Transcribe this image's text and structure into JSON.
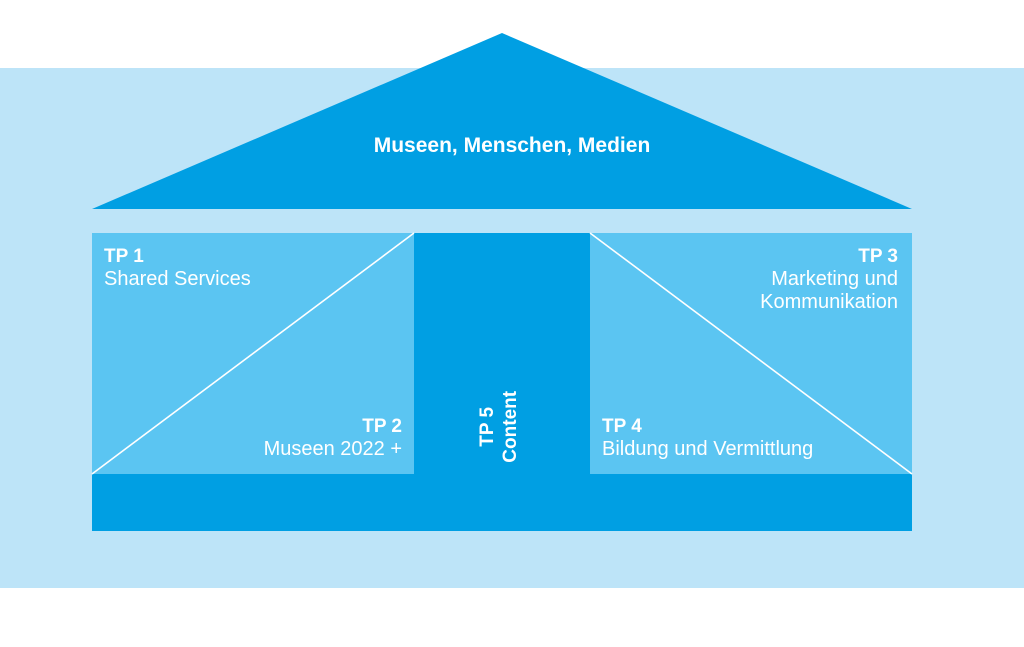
{
  "roof": {
    "title": "Museen, Menschen, Medien"
  },
  "panels": {
    "tp1": {
      "code": "TP 1",
      "name": "Shared Services"
    },
    "tp2": {
      "code": "TP 2",
      "name": "Museen 2022 +"
    },
    "tp3": {
      "code": "TP 3",
      "name_line1": "Marketing und",
      "name_line2": "Kommunikation"
    },
    "tp4": {
      "code": "TP 4",
      "name": "Bildung und Vermittlung"
    },
    "tp5": {
      "code": "TP 5",
      "name": "Content"
    }
  },
  "colors": {
    "background_band": "#bde4f8",
    "primary_blue": "#009fe3",
    "light_blue": "#5bc5f2",
    "text": "#ffffff"
  }
}
